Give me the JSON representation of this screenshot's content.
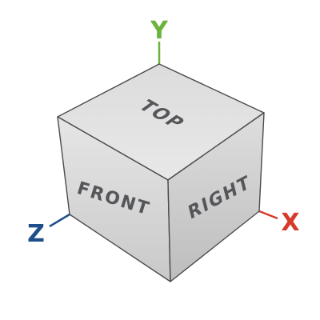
{
  "view_cube": {
    "faces": {
      "top": "TOP",
      "front": "FRONT",
      "right": "RIGHT"
    }
  },
  "axes": {
    "x": {
      "label": "X",
      "color": "#d63a2a"
    },
    "y": {
      "label": "Y",
      "color": "#6bb33c"
    },
    "z": {
      "label": "Z",
      "color": "#1f4f8a"
    }
  }
}
